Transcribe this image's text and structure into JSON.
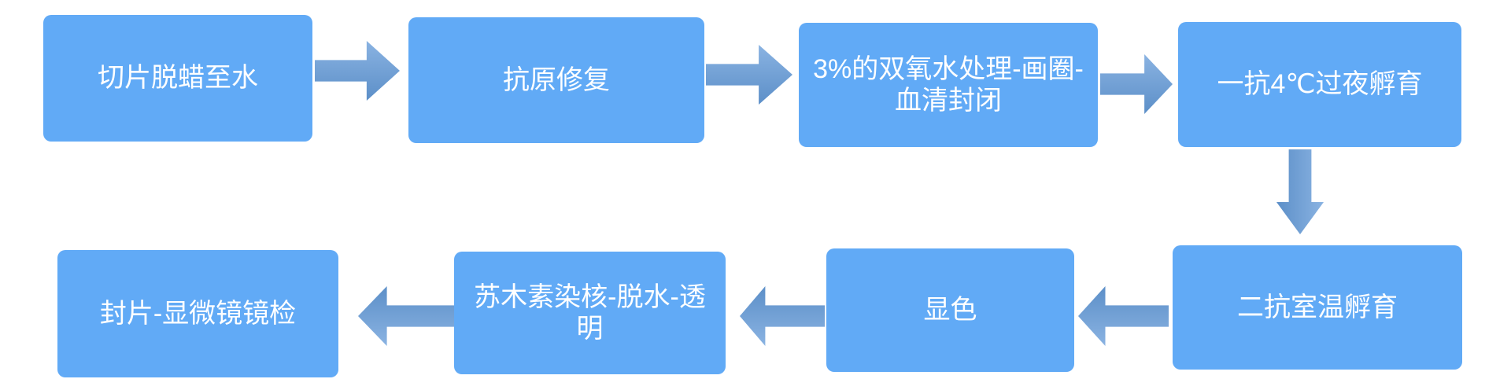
{
  "flowchart": {
    "title": "IHC staining workflow",
    "background_color": "#ffffff",
    "box_fill_color": "#61AAF6",
    "box_text_color": "#ffffff",
    "arrow_gradient_light": "#8AB3E2",
    "arrow_gradient_dark": "#5C8FC8",
    "steps": [
      {
        "order": 1,
        "label": "切片脱蜡至水"
      },
      {
        "order": 2,
        "label": "抗原修复"
      },
      {
        "order": 3,
        "label": "3%的双氧水处理-画圈-\n血清封闭"
      },
      {
        "order": 4,
        "label": "一抗4℃过夜孵育"
      },
      {
        "order": 5,
        "label": "二抗室温孵育"
      },
      {
        "order": 6,
        "label": "显色"
      },
      {
        "order": 7,
        "label": "苏木素染核-脱水-透\n明"
      },
      {
        "order": 8,
        "label": "封片-显微镜镜检"
      }
    ],
    "connections": [
      {
        "from": 1,
        "to": 2,
        "direction": "right"
      },
      {
        "from": 2,
        "to": 3,
        "direction": "right"
      },
      {
        "from": 3,
        "to": 4,
        "direction": "right"
      },
      {
        "from": 4,
        "to": 5,
        "direction": "down"
      },
      {
        "from": 5,
        "to": 6,
        "direction": "left"
      },
      {
        "from": 6,
        "to": 7,
        "direction": "left"
      },
      {
        "from": 7,
        "to": 8,
        "direction": "left"
      }
    ]
  }
}
